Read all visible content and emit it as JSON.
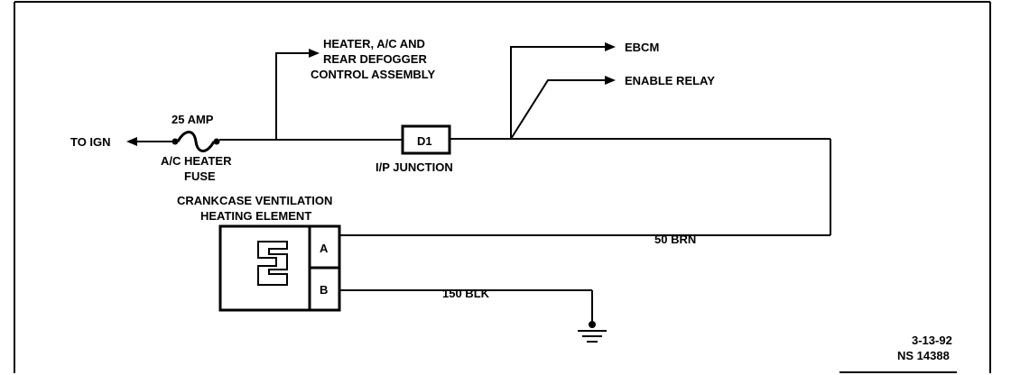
{
  "labels": {
    "to_ign": "TO IGN",
    "fuse_rating": "25 AMP",
    "fuse_name_line1": "A/C HEATER",
    "fuse_name_line2": "FUSE",
    "hvac_line1": "HEATER, A/C AND",
    "hvac_line2": "REAR DEFOGGER",
    "hvac_line3": "CONTROL ASSEMBLY",
    "ebcm": "EBCM",
    "enable_relay": "ENABLE RELAY",
    "junction_pin": "D1",
    "junction_name": "I/P JUNCTION",
    "element_line1": "CRANKCASE VENTILATION",
    "element_line2": "HEATING ELEMENT",
    "pin_a": "A",
    "pin_b": "B",
    "wire_a": "50 BRN",
    "wire_b": "150 BLK",
    "date": "3-13-92",
    "ref": "NS 14388"
  }
}
